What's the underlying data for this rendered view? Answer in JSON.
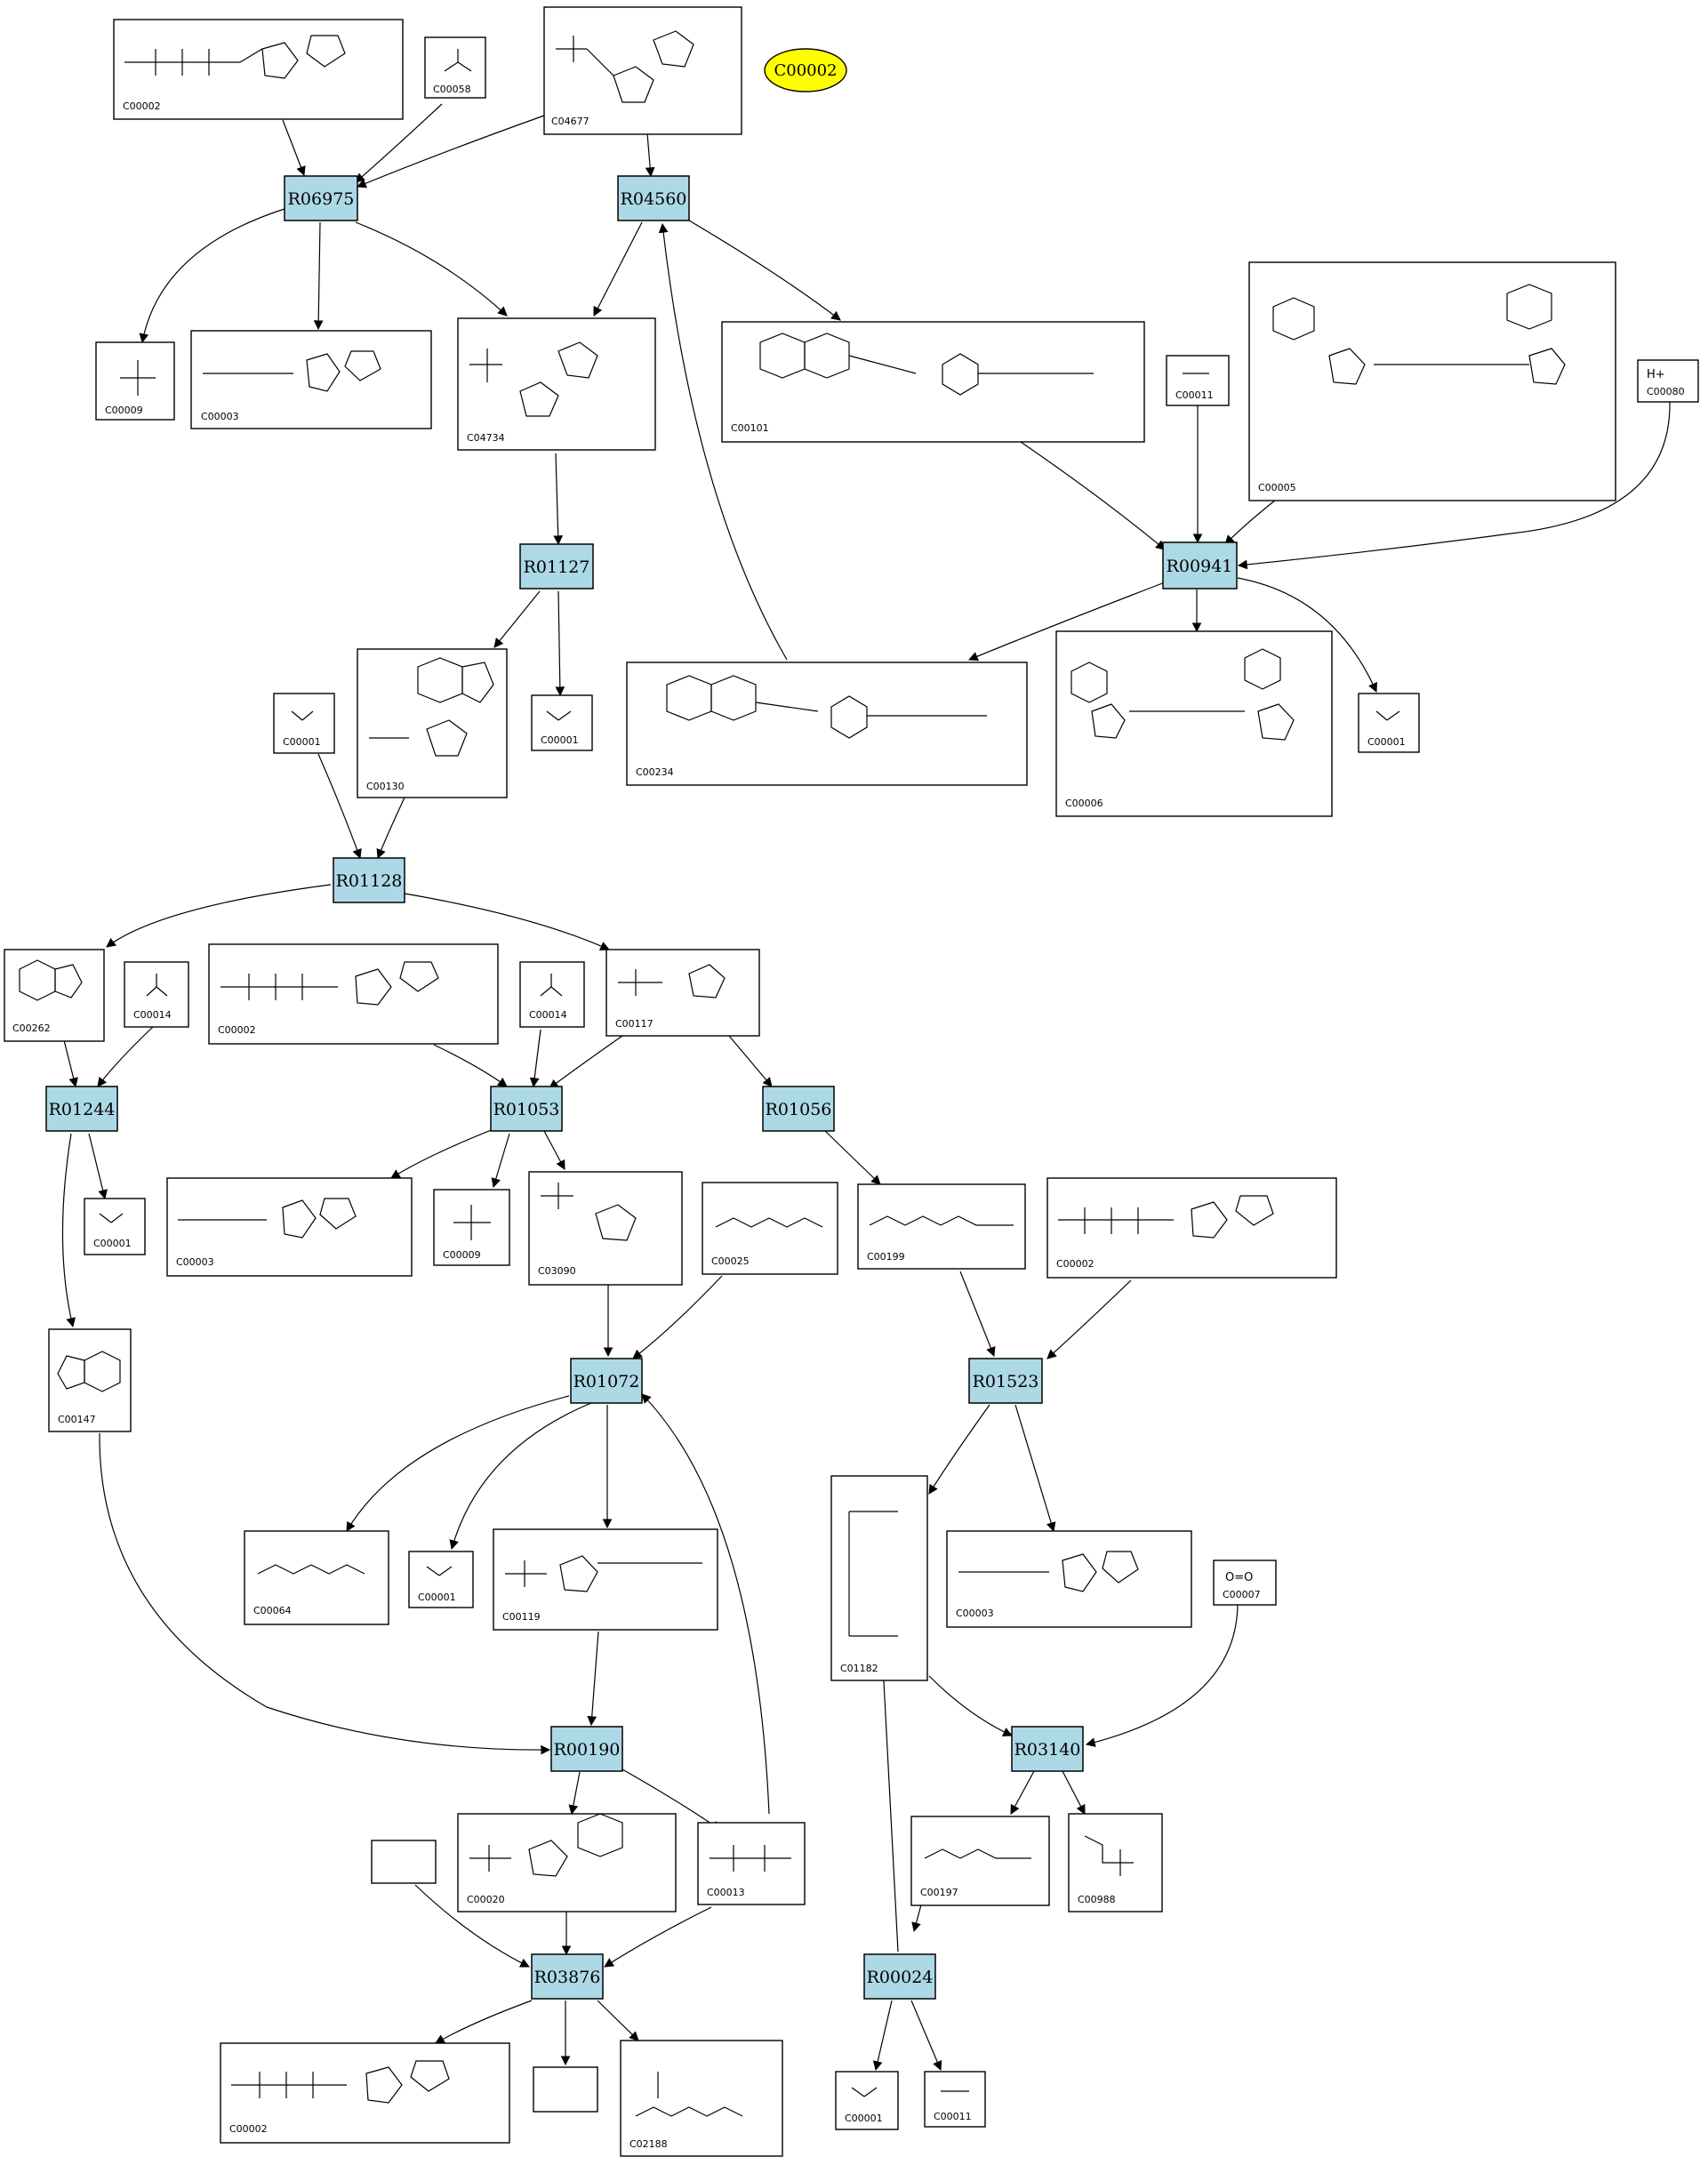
{
  "highlight": {
    "label": "C00002",
    "color": "#ffff00"
  },
  "colors": {
    "reaction_fill": "#add8e6",
    "stroke": "#000000",
    "background": "#ffffff"
  },
  "reactions": [
    {
      "id": "R06975",
      "label": "R06975"
    },
    {
      "id": "R04560",
      "label": "R04560"
    },
    {
      "id": "R00941",
      "label": "R00941"
    },
    {
      "id": "R01127",
      "label": "R01127"
    },
    {
      "id": "R01128",
      "label": "R01128"
    },
    {
      "id": "R01244",
      "label": "R01244"
    },
    {
      "id": "R01053",
      "label": "R01053"
    },
    {
      "id": "R01056",
      "label": "R01056"
    },
    {
      "id": "R01072",
      "label": "R01072"
    },
    {
      "id": "R01523",
      "label": "R01523"
    },
    {
      "id": "R00190",
      "label": "R00190"
    },
    {
      "id": "R03140",
      "label": "R03140"
    },
    {
      "id": "R03876",
      "label": "R03876"
    },
    {
      "id": "R00024",
      "label": "R00024"
    }
  ],
  "compounds": [
    {
      "key": "c00002_a",
      "id": "C00002",
      "formula": "ATP"
    },
    {
      "key": "c00058",
      "id": "C00058",
      "formula": "HCOOH"
    },
    {
      "key": "c04677",
      "id": "C04677",
      "formula": "AICAR"
    },
    {
      "key": "c00009_a",
      "id": "C00009",
      "formula": "HPO4"
    },
    {
      "key": "c00003_a",
      "id": "C00003",
      "formula": "NAD"
    },
    {
      "key": "c04734",
      "id": "C04734",
      "formula": "FAICAR"
    },
    {
      "key": "c00101",
      "id": "C00101",
      "formula": "THF"
    },
    {
      "key": "c00011_a",
      "id": "C00011",
      "formula": "O=C=O"
    },
    {
      "key": "c00005",
      "id": "C00005",
      "formula": "NADPH"
    },
    {
      "key": "c00080",
      "id": "C00080",
      "formula": "H+"
    },
    {
      "key": "c00001_a",
      "id": "C00001",
      "formula": "H2O"
    },
    {
      "key": "c00130",
      "id": "C00130",
      "formula": "IMP"
    },
    {
      "key": "c00001_b",
      "id": "C00001",
      "formula": "H2O"
    },
    {
      "key": "c00234",
      "id": "C00234",
      "formula": "10-Formyl-THF"
    },
    {
      "key": "c00006",
      "id": "C00006",
      "formula": "NADP+"
    },
    {
      "key": "c00001_c",
      "id": "C00001",
      "formula": "H2O"
    },
    {
      "key": "c00262",
      "id": "C00262",
      "formula": "Hypoxanthine"
    },
    {
      "key": "c00014_a",
      "id": "C00014",
      "formula": "NH3"
    },
    {
      "key": "c00002_b",
      "id": "C00002",
      "formula": "ATP"
    },
    {
      "key": "c00014_b",
      "id": "C00014",
      "formula": "NH3"
    },
    {
      "key": "c00117",
      "id": "C00117",
      "formula": "Ribose-5P"
    },
    {
      "key": "c00001_d",
      "id": "C00001",
      "formula": "H2O"
    },
    {
      "key": "c00003_b",
      "id": "C00003",
      "formula": "NAD"
    },
    {
      "key": "c00009_b",
      "id": "C00009",
      "formula": "HPO4"
    },
    {
      "key": "c03090",
      "id": "C03090",
      "formula": "PRA"
    },
    {
      "key": "c00025",
      "id": "C00025",
      "formula": "Glutamate"
    },
    {
      "key": "c00199",
      "id": "C00199",
      "formula": "Ribulose-5P"
    },
    {
      "key": "c00002_c",
      "id": "C00002",
      "formula": "ATP"
    },
    {
      "key": "c00147",
      "id": "C00147",
      "formula": "Adenine"
    },
    {
      "key": "c00064",
      "id": "C00064",
      "formula": "Glutamine"
    },
    {
      "key": "c00001_e",
      "id": "C00001",
      "formula": "H2O"
    },
    {
      "key": "c00119",
      "id": "C00119",
      "formula": "PRPP"
    },
    {
      "key": "c01182",
      "id": "C01182",
      "formula": "RuBP"
    },
    {
      "key": "c00003_c",
      "id": "C00003",
      "formula": "NAD"
    },
    {
      "key": "c00007",
      "id": "C00007",
      "formula": "O=O"
    },
    {
      "key": "c00020",
      "id": "C00020",
      "formula": "AMP"
    },
    {
      "key": "c00013",
      "id": "C00013",
      "formula": "PPi"
    },
    {
      "key": "c00197",
      "id": "C00197",
      "formula": "3-PG"
    },
    {
      "key": "c00988",
      "id": "C00988",
      "formula": "2-PG"
    },
    {
      "key": "blank_a",
      "id": "",
      "formula": ""
    },
    {
      "key": "c00002_d",
      "id": "C00002",
      "formula": "ATP"
    },
    {
      "key": "blank_b",
      "id": "",
      "formula": ""
    },
    {
      "key": "c02188",
      "id": "C02188",
      "formula": "Protein lysine"
    },
    {
      "key": "c00001_f",
      "id": "C00001",
      "formula": "H2O"
    },
    {
      "key": "c00011_b",
      "id": "C00011",
      "formula": "O=C=O"
    }
  ]
}
